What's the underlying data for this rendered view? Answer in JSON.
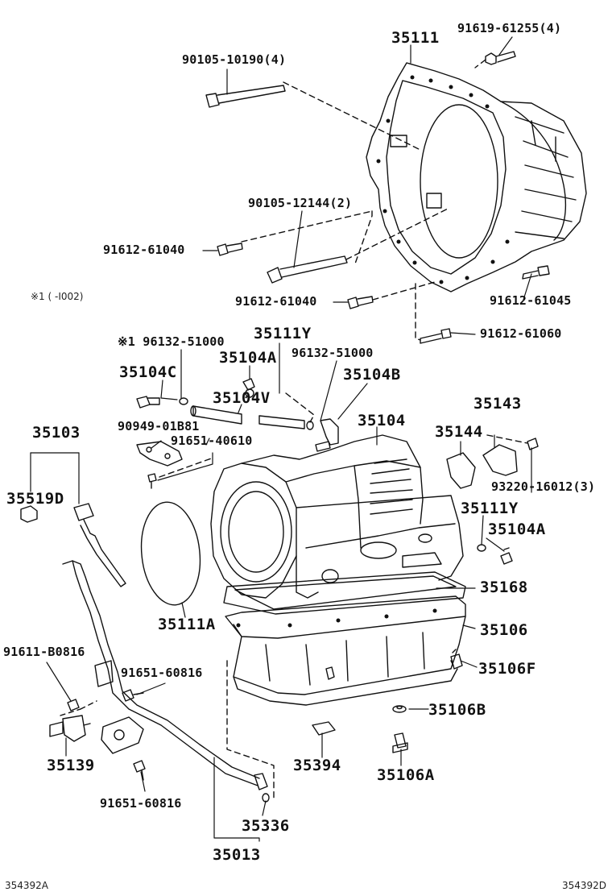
{
  "diagram": {
    "figure_left": "354392A",
    "figure_right": "354392D",
    "note": "※1 (     -I002)",
    "parts": {
      "p35111": "35111",
      "p91619_61255": "91619-61255(4)",
      "p90105_10190": "90105-10190(4)",
      "p90105_12144": "90105-12144(2)",
      "p91612_61040_a": "91612-61040",
      "p91612_61040_b": "91612-61040",
      "p91612_61045": "91612-61045",
      "p91612_61060": "91612-61060",
      "p96132_51000_a": "※1 96132-51000",
      "p35111Y_a": "35111Y",
      "p35104A_a": "35104A",
      "p96132_51000_b": "96132-51000",
      "p35104C": "35104C",
      "p35104V": "35104V",
      "p35104B": "35104B",
      "p90949_01B81": "90949-01B81",
      "p91651_40610": "91651-40610",
      "p35104": "35104",
      "p35143": "35143",
      "p35144": "35144",
      "p93220_16012": "93220-16012(3)",
      "p35103": "35103",
      "p35519D": "35519D",
      "p35111Y_b": "35111Y",
      "p35104A_b": "35104A",
      "p35168": "35168",
      "p35111A": "35111A",
      "p35106": "35106",
      "p91611_B0816": "91611-B0816",
      "p91651_60816_a": "91651-60816",
      "p35106F": "35106F",
      "p35106B": "35106B",
      "p35139": "35139",
      "p35394": "35394",
      "p35106A": "35106A",
      "p91651_60816_b": "91651-60816",
      "p35336": "35336",
      "p35013": "35013"
    }
  }
}
